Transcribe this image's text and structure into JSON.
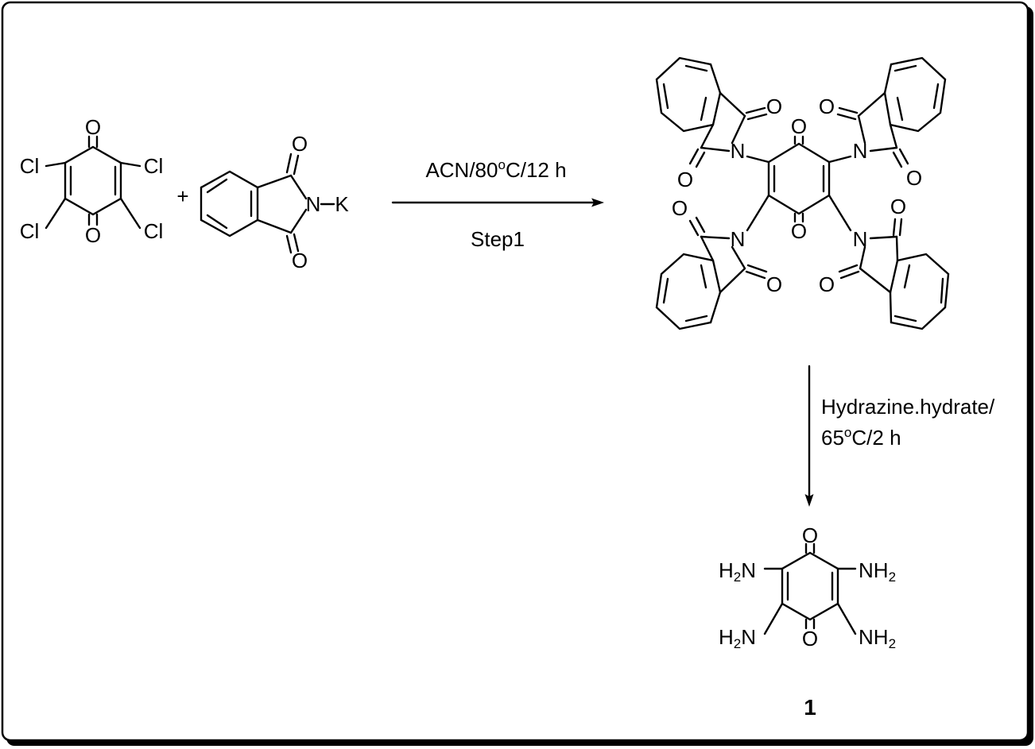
{
  "reaction_scheme": {
    "step1": {
      "conditions": "ACN/80°C/12 h",
      "conditions_base": "ACN/80",
      "conditions_sup": "o",
      "conditions_tail": "C/12 h",
      "label": "Step1"
    },
    "step2": {
      "line1": "Hydrazine.hydrate/",
      "line2_base": "65",
      "line2_sup": "o",
      "line2_tail": "C/2 h"
    },
    "plus": "+",
    "product_label": "1"
  },
  "molecules": {
    "chloranil": {
      "cl": "Cl",
      "o": "O"
    },
    "potassium_phthalimide": {
      "n": "N",
      "k": "K",
      "o": "O"
    },
    "tetrakis_phthalimido_benzoquinone": {
      "n": "N",
      "o": "O"
    },
    "tetraaminobenzoquinone": {
      "o": "O",
      "h2n": "H",
      "n": "N",
      "sub2": "2",
      "nh": "NH"
    }
  }
}
